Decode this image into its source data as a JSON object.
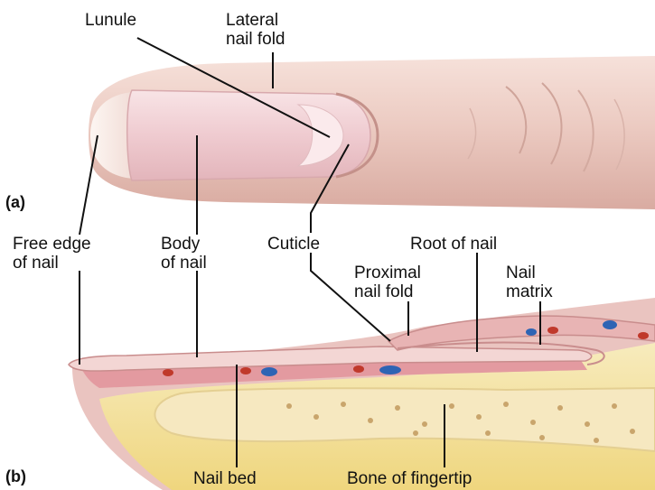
{
  "panels": {
    "a": "(a)",
    "b": "(b)"
  },
  "labels": {
    "lunule": "Lunule",
    "lateral_nail_fold_1": "Lateral",
    "lateral_nail_fold_2": "nail fold",
    "free_edge_1": "Free edge",
    "free_edge_2": "of nail",
    "body_1": "Body",
    "body_2": "of nail",
    "cuticle": "Cuticle",
    "root": "Root of nail",
    "proximal_1": "Proximal",
    "proximal_2": "nail fold",
    "matrix_1": "Nail",
    "matrix_2": "matrix",
    "nail_bed": "Nail bed",
    "bone": "Bone of fingertip"
  },
  "colors": {
    "skin": "#ecc6bd",
    "nail": "#f3d7d9",
    "lunule": "#fbeaec",
    "fat": "#f4e2a8",
    "bone": "#f7ecc8",
    "artery": "#c0392b",
    "vein": "#2e64b4"
  }
}
